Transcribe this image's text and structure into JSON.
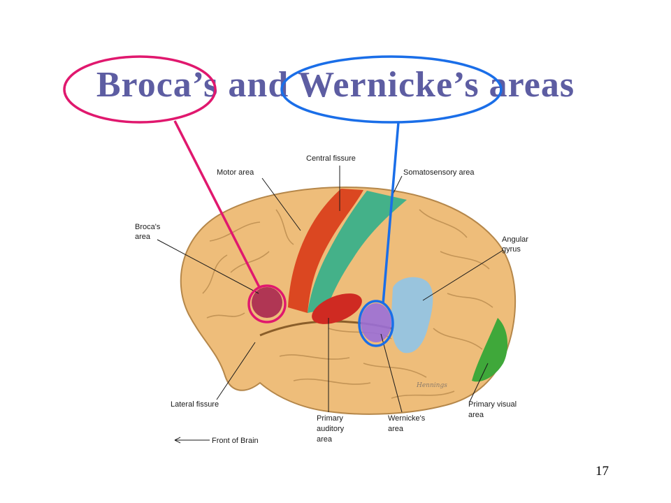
{
  "slide": {
    "title": "Broca’s and Wernicke’s areas",
    "number": "17"
  },
  "diagram": {
    "labels": {
      "central_fissure": "Central fissure",
      "motor_area": "Motor area",
      "somatosensory_area": "Somatosensory area",
      "brocas_area_line1": "Broca's",
      "brocas_area_line2": "area",
      "angular_gyrus_line1": "Angular",
      "angular_gyrus_line2": "gyrus",
      "lateral_fissure": "Lateral fissure",
      "primary_auditory_line1": "Primary",
      "primary_auditory_line2": "auditory",
      "primary_auditory_line3": "area",
      "wernickes_area_line1": "Wernicke's",
      "wernickes_area_line2": "area",
      "primary_visual_line1": "Primary visual",
      "primary_visual_line2": "area",
      "front_of_brain": "Front of Brain",
      "signature": "Hennings"
    }
  },
  "colors": {
    "title": "#5d5da2",
    "broca_highlight": "#e0186e",
    "wernicke_highlight": "#1a6ee8",
    "brain": "#eebd7a",
    "motor": "#d9401c",
    "somatosensory": "#3ab08a",
    "auditory": "#cf2a22",
    "wernicke_region": "#9a6fd8",
    "angular": "#8fc4e8",
    "visual": "#3fa83a"
  }
}
